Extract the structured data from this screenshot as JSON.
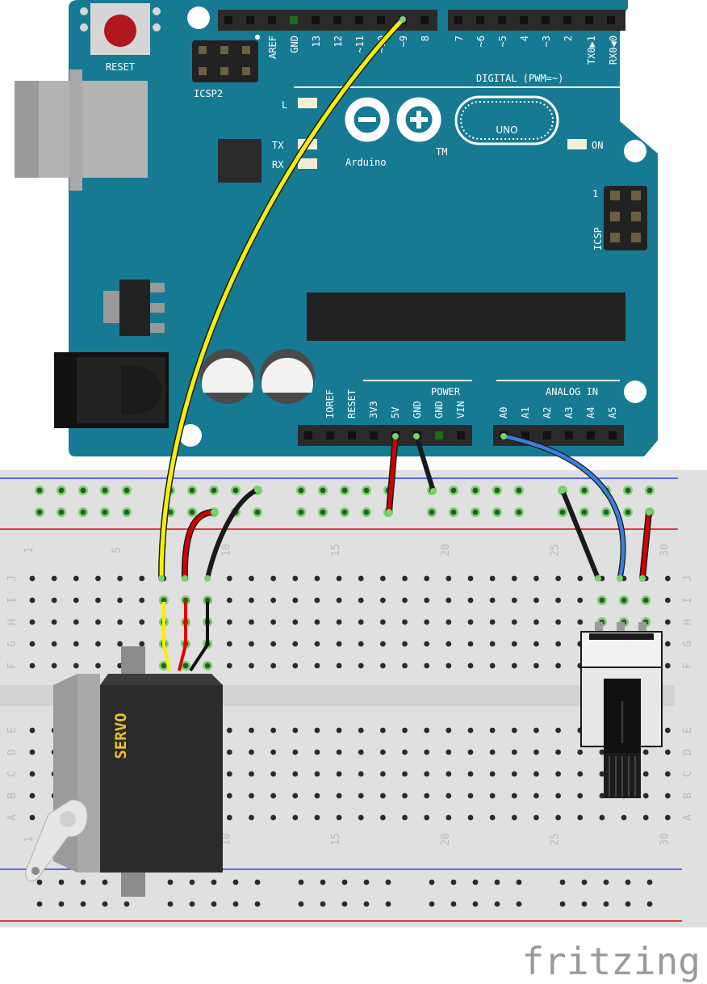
{
  "board": {
    "reset_label": "RESET",
    "icsp2_label": "ICSP2",
    "icsp_label": "ICSP",
    "icsp_pin1": "1",
    "digital_label": "DIGITAL (PWM=~)",
    "digital_pins": [
      "AREF",
      "GND",
      "13",
      "12",
      "~11",
      "~10",
      "~9",
      "8",
      "7",
      "~6",
      "~5",
      "4",
      "~3",
      "2",
      "TX0▶1",
      "RX0◀0"
    ],
    "led_l": "L",
    "led_tx": "TX",
    "led_rx": "RX",
    "led_on": "ON",
    "brand": "Arduino",
    "brand_tm": "TM",
    "model": "UNO",
    "power_label": "POWER",
    "power_pins": [
      "IOREF",
      "RESET",
      "3V3",
      "5V",
      "GND",
      "GND",
      "VIN"
    ],
    "analog_label": "ANALOG IN",
    "analog_pins": [
      "A0",
      "A1",
      "A2",
      "A3",
      "A4",
      "A5"
    ],
    "colors": {
      "board": "#177a93",
      "header": "#2a2a2a",
      "reset_button": "#b0161b"
    }
  },
  "breadboard": {
    "row_letters_top": [
      "J",
      "I",
      "H",
      "G",
      "F"
    ],
    "row_letters_bottom": [
      "E",
      "D",
      "C",
      "B",
      "A"
    ],
    "column_numbers": [
      "1",
      "5",
      "10",
      "15",
      "20",
      "25",
      "30"
    ],
    "colors": {
      "body": "#e0e0e0",
      "rail_blue": "#2a3cff",
      "rail_red": "#e00000",
      "highlight": "#7bd16b"
    }
  },
  "components": {
    "servo_label": "SERVO",
    "potentiometer_name": "potentiometer"
  },
  "wires": [
    {
      "name": "signal-wire",
      "from": "~9",
      "to": "breadboard",
      "color": "#f5f000"
    },
    {
      "name": "servo-power-wire",
      "from": "5V rail",
      "to": "breadboard",
      "color": "#d40000"
    },
    {
      "name": "servo-ground-wire",
      "from": "GND rail",
      "to": "breadboard",
      "color": "#1a1a1a"
    },
    {
      "name": "board-5v-wire",
      "from": "5V",
      "to": "rail",
      "color": "#d40000"
    },
    {
      "name": "board-gnd-wire",
      "from": "GND",
      "to": "rail",
      "color": "#1a1a1a"
    },
    {
      "name": "analog-wire",
      "from": "A0",
      "to": "potentiometer",
      "color": "#3b7fd9"
    },
    {
      "name": "pot-ground-wire",
      "from": "rail",
      "to": "potentiometer",
      "color": "#1a1a1a"
    },
    {
      "name": "pot-power-wire",
      "from": "rail",
      "to": "potentiometer",
      "color": "#d40000"
    }
  ],
  "watermark": "fritzing"
}
